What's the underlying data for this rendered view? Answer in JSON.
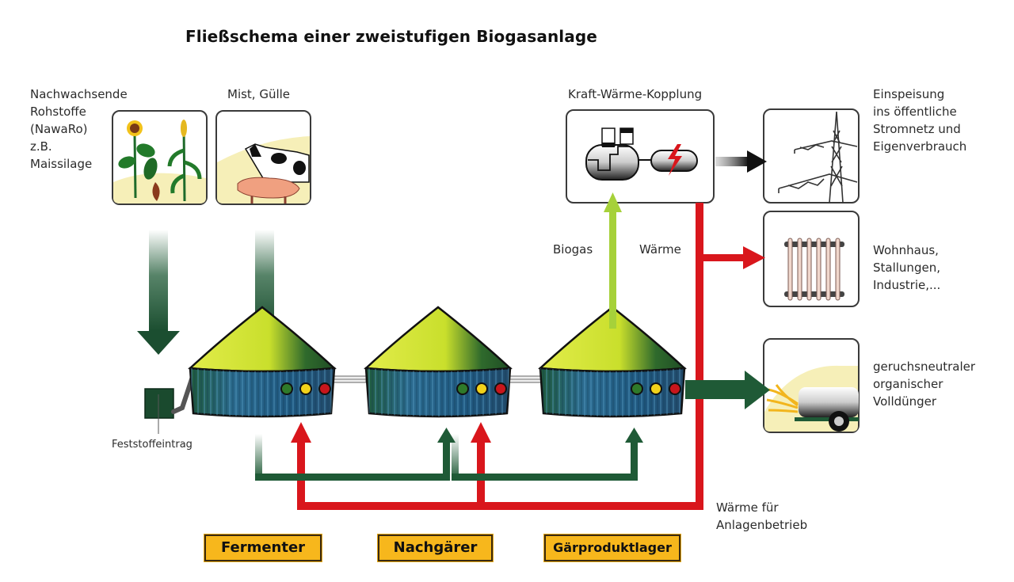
{
  "title": "Fließschema einer zweistufigen Biogasanlage",
  "inputs": {
    "nawaro": {
      "label": "Nachwachsende\nRohstoffe\n(NawaRo)\nz.B.\nMaissilage",
      "icon": "plants-icon"
    },
    "manure": {
      "label": "Mist, Gülle",
      "icon": "livestock-icon"
    }
  },
  "solid_feed": {
    "label": "Feststoffeintrag"
  },
  "chp": {
    "label": "Kraft-Wärme-Kopplung",
    "icon": "chp-engine-generator-icon"
  },
  "flows": {
    "biogas": "Biogas",
    "heat": "Wärme",
    "process_heat": "Wärme für\nAnlagenbetrieb"
  },
  "outputs": {
    "grid": {
      "label": "Einspeisung\nins öffentliche\nStromnetz und\nEigenverbrauch",
      "icon": "power-pylon-icon"
    },
    "heating": {
      "label": "Wohnhaus,\nStallungen,\nIndustrie,...",
      "icon": "radiator-icon"
    },
    "fertilizer": {
      "label": "geruchsneutraler\norganischer\nVolldünger",
      "icon": "slurry-tanker-icon"
    }
  },
  "tanks": [
    {
      "label": "Fermenter"
    },
    {
      "label": "Nachgärer"
    },
    {
      "label": "Gärproduktlager"
    }
  ],
  "colors": {
    "heat_red": "#d9161c",
    "dark_green": "#1f5a36",
    "biogas_green": "#a6d13a",
    "tank_blue": "#2d5f8a",
    "dome_yellow": "#d8e43a",
    "label_orange": "#f7b71c"
  }
}
